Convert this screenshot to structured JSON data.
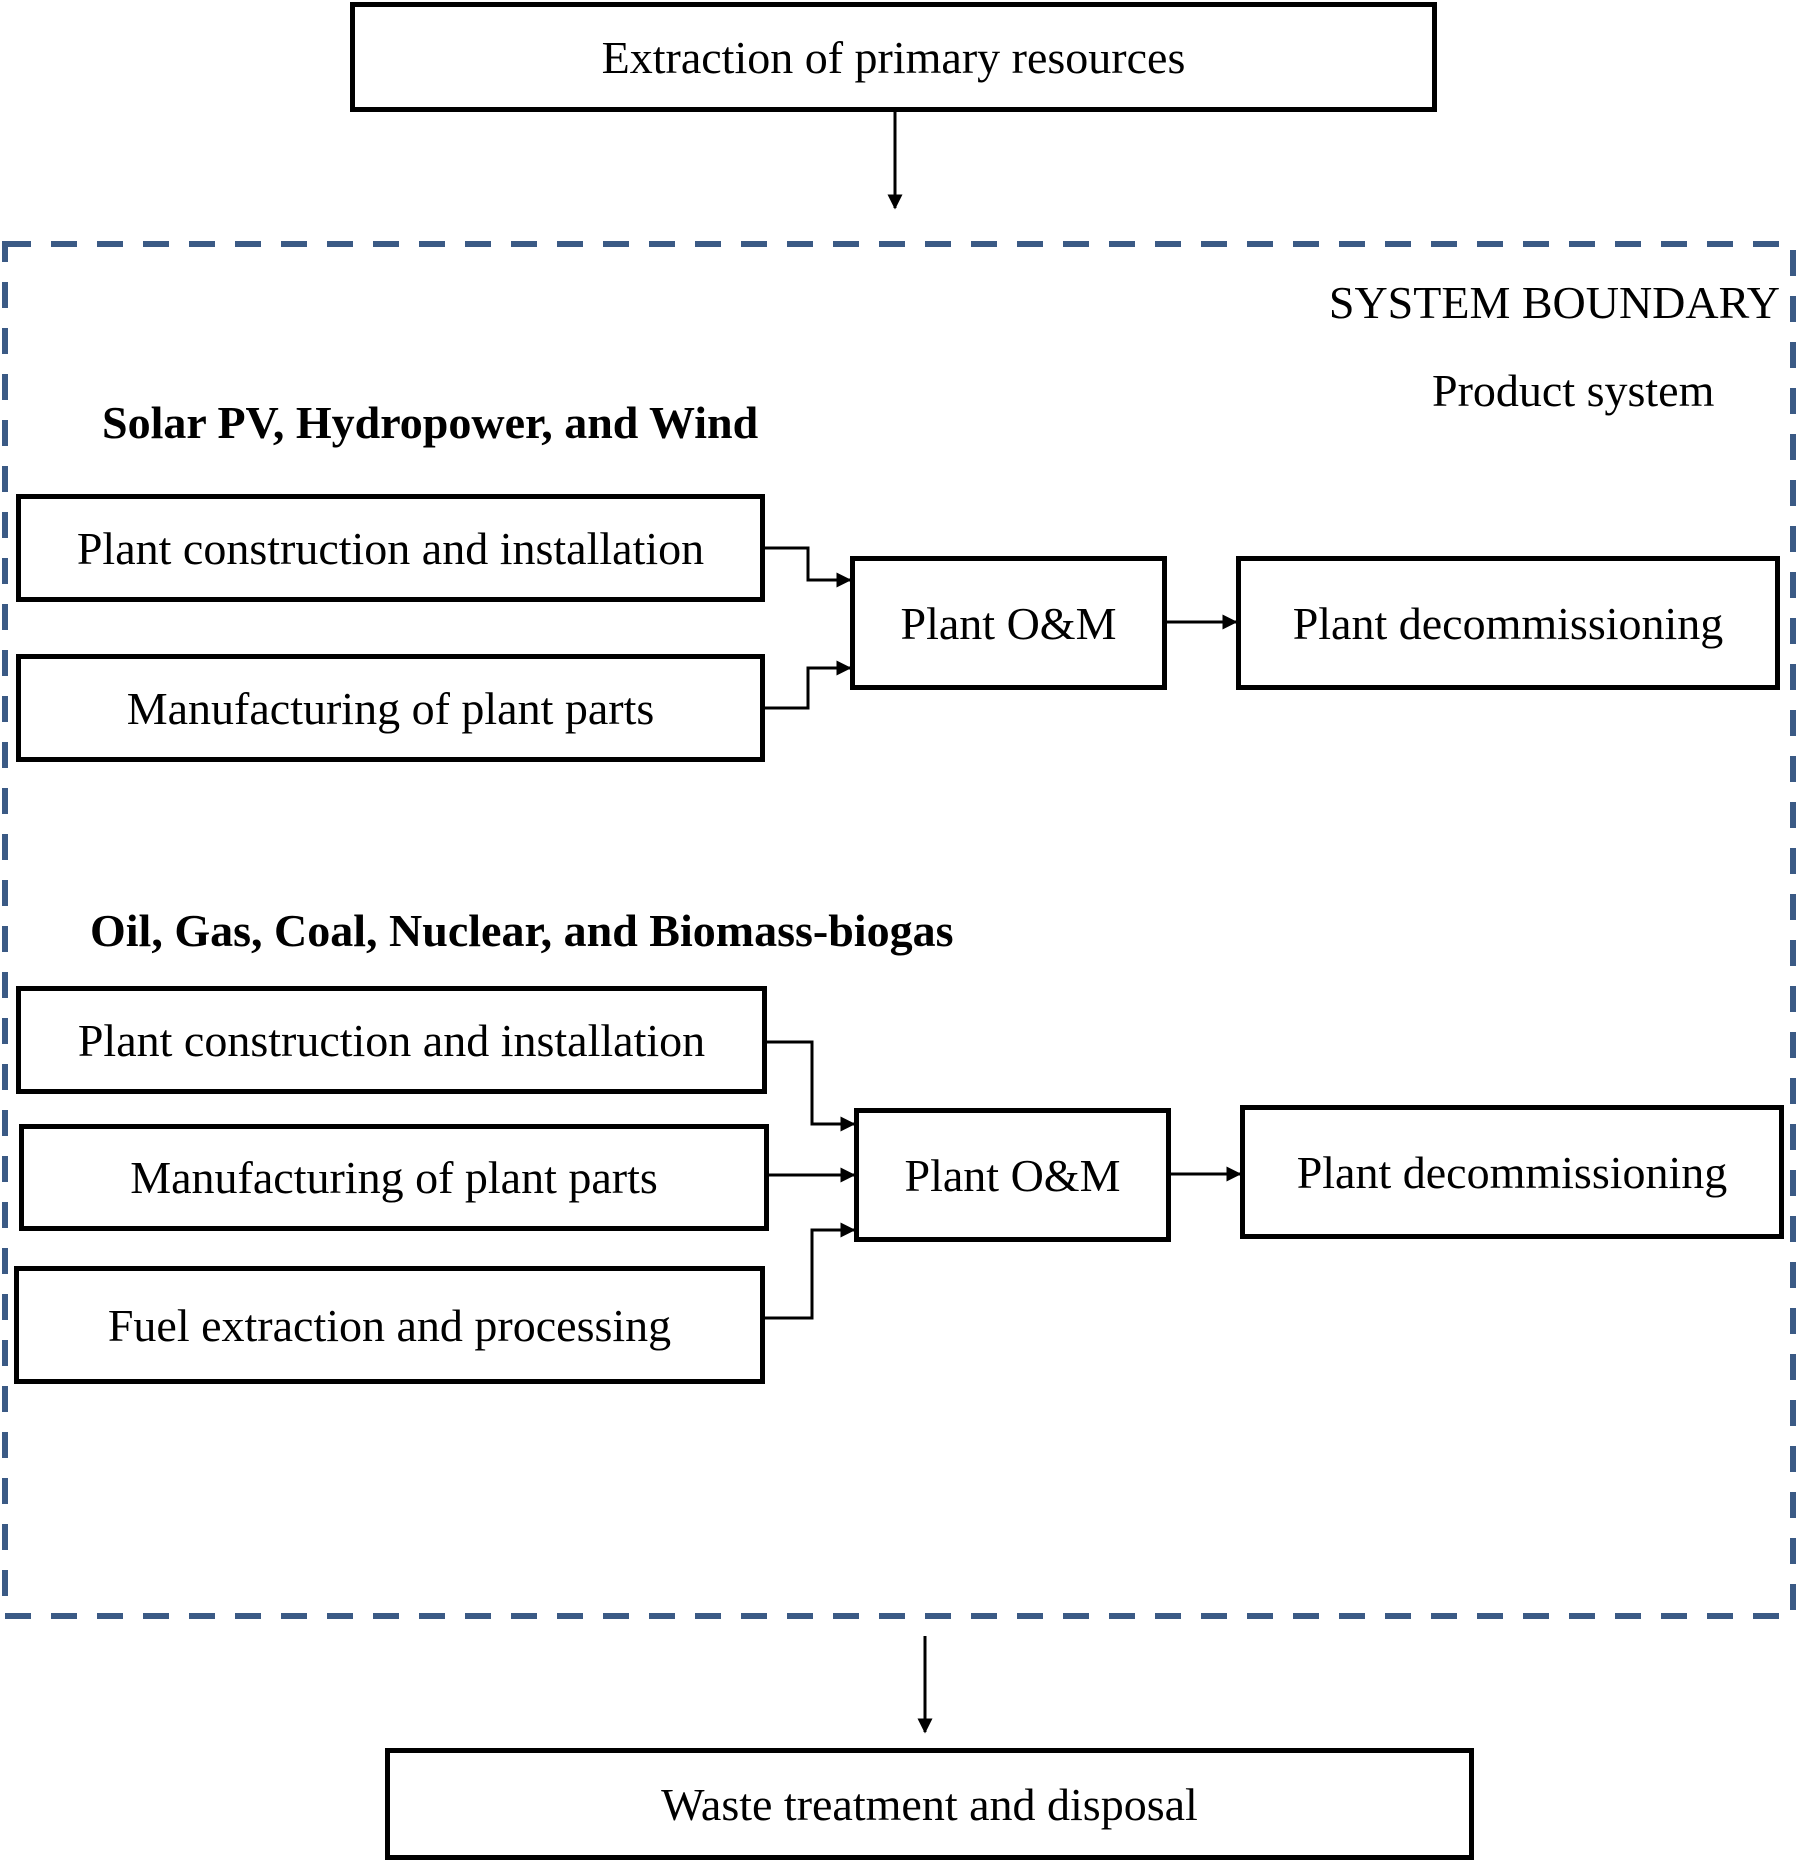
{
  "top": {
    "label": "Extraction of primary resources"
  },
  "boundary": {
    "title": "SYSTEM BOUNDARY",
    "subtitle": "Product system",
    "border_color": "#3b5a85"
  },
  "group1": {
    "heading": "Solar PV, Hydropower, and Wind",
    "inputs": [
      "Plant construction and installation",
      "Manufacturing of plant parts"
    ],
    "om": "Plant O&M",
    "decom": "Plant decommissioning"
  },
  "group2": {
    "heading": "Oil, Gas, Coal, Nuclear, and Biomass-biogas",
    "inputs": [
      "Plant construction and installation",
      "Manufacturing of plant parts",
      "Fuel extraction and processing"
    ],
    "om": "Plant O&M",
    "decom": "Plant decommissioning"
  },
  "bottom": {
    "label": "Waste treatment and disposal"
  }
}
